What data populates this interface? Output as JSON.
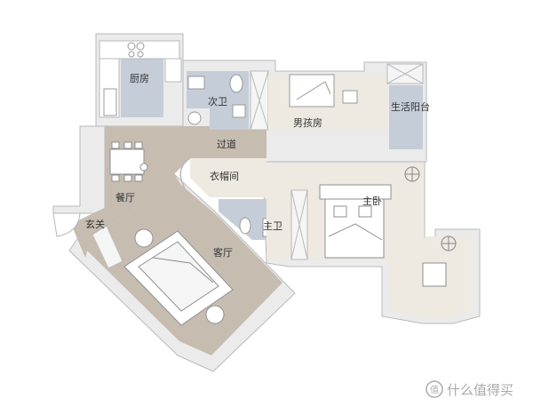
{
  "rooms": {
    "kitchen": "厨房",
    "second_bath": "次卫",
    "boys_room": "男孩房",
    "service_balcony": "生活阳台",
    "corridor": "过道",
    "cloakroom": "衣帽间",
    "dining": "餐厅",
    "master_bath": "主卫",
    "master_bed": "主卧",
    "foyer": "玄关",
    "living": "客厅"
  },
  "watermark": {
    "icon": "zhi-logo-icon",
    "text": "什么值得买"
  },
  "colors": {
    "wall": "#ebebeb",
    "wall_stroke": "#b9b9b9",
    "wet_room": "#c5cdd8",
    "floor_light": "#eee9e1",
    "floor_dark": "#c6bcb0",
    "watermark": "#aaaaaa"
  }
}
